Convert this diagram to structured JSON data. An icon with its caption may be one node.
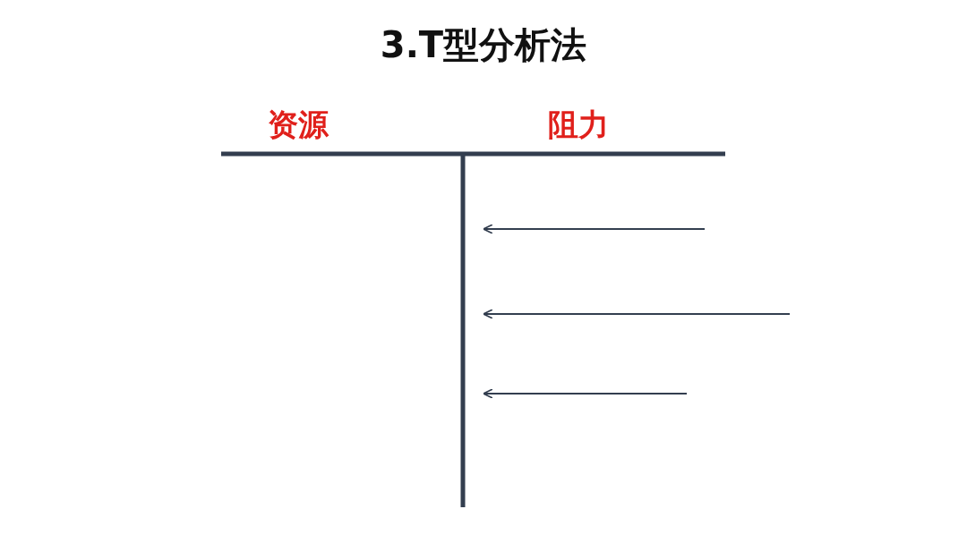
{
  "diagram": {
    "title": "3.T型分析法",
    "labels": [
      "资源",
      "阻力"
    ]
  }
}
